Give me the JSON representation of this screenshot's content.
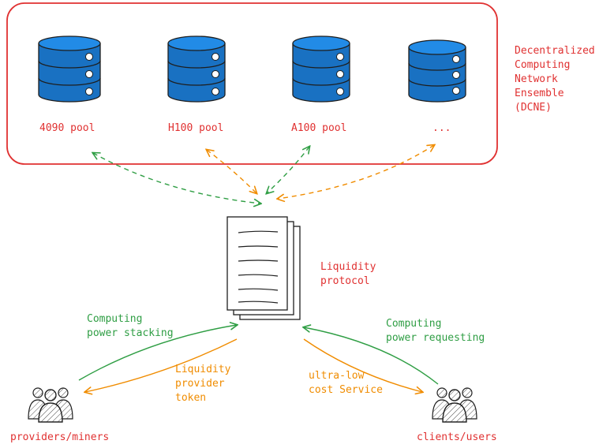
{
  "colors": {
    "red": "#e03131",
    "green": "#2f9e44",
    "orange": "#f08c00",
    "blue": "#1971c2",
    "blue_light": "#228be6",
    "ink": "#1e1e1e"
  },
  "network": {
    "title_lines": [
      "Decentralized",
      "Computing",
      "Network",
      "Ensemble",
      "(DCNE)"
    ],
    "pools": [
      {
        "label": "4090 pool",
        "icon": "database-icon"
      },
      {
        "label": "H100 pool",
        "icon": "database-icon"
      },
      {
        "label": "A100 pool",
        "icon": "database-icon"
      },
      {
        "label": "...",
        "icon": "database-icon"
      }
    ]
  },
  "protocol": {
    "icon": "document-stack-icon",
    "label_lines": [
      "Liquidity",
      "protocol"
    ]
  },
  "providers": {
    "icon": "user-group-icon",
    "label": "providers/miners",
    "arrow_label_lines": [
      "Computing",
      "power stacking"
    ],
    "return_label_lines": [
      "Liquidity",
      "provider",
      "token"
    ]
  },
  "clients": {
    "icon": "user-group-icon",
    "label": "clients/users",
    "arrow_label_lines": [
      "Computing",
      "power requesting"
    ],
    "service_label_lines": [
      "ultra-low",
      "cost Service"
    ]
  }
}
